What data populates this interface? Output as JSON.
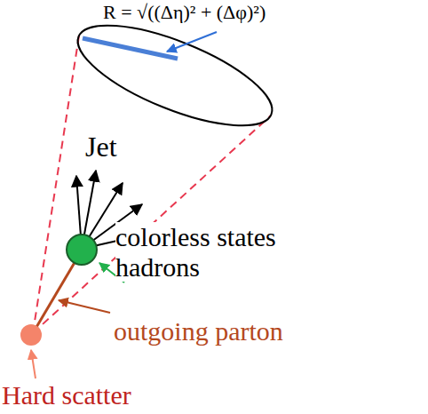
{
  "diagram": {
    "labels": [
      "R = √((Δη)² + (Δφ)²)",
      "Jet",
      "colorless states hadrons",
      "outgoing parton",
      "Hard scatter"
    ]
  }
}
